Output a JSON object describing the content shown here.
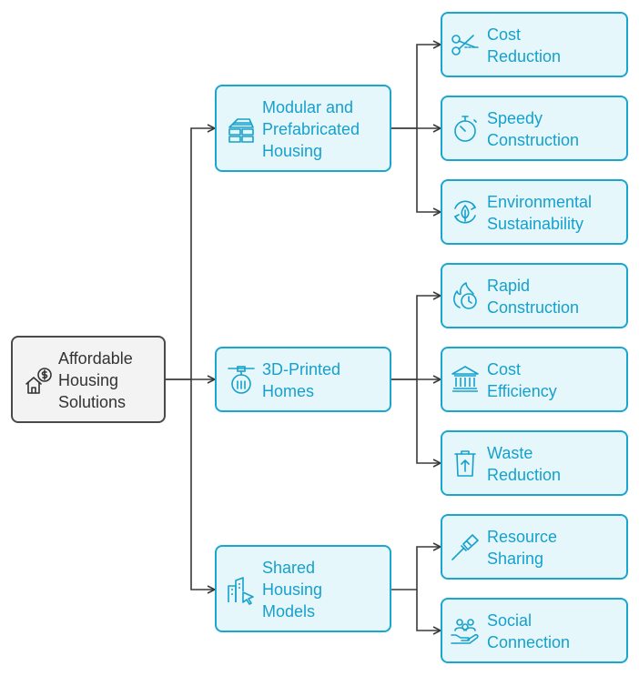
{
  "root": {
    "label": "Affordable\nHousing\nSolutions",
    "icon": "house-dollar-icon"
  },
  "categories": [
    {
      "label": "Modular and\nPrefabricated\nHousing",
      "icon": "modular-blocks-icon",
      "children": [
        {
          "label": "Cost\nReduction",
          "icon": "scissors-icon"
        },
        {
          "label": "Speedy\nConstruction",
          "icon": "stopwatch-icon"
        },
        {
          "label": "Environmental\nSustainability",
          "icon": "eco-cycle-icon"
        }
      ]
    },
    {
      "label": "3D-Printed\nHomes",
      "icon": "3d-printer-icon",
      "children": [
        {
          "label": "Rapid\nConstruction",
          "icon": "fire-clock-icon"
        },
        {
          "label": "Cost\nEfficiency",
          "icon": "bank-icon"
        },
        {
          "label": "Waste\nReduction",
          "icon": "recycle-bin-icon"
        }
      ]
    },
    {
      "label": "Shared\nHousing\nModels",
      "icon": "buildings-cursor-icon",
      "children": [
        {
          "label": "Resource\nSharing",
          "icon": "broom-icon"
        },
        {
          "label": "Social\nConnection",
          "icon": "people-hand-icon"
        }
      ]
    }
  ],
  "colors": {
    "accent": "#1aa6cf",
    "fill": "#e6f7fc",
    "root_border": "#4a4a4a",
    "root_fill": "#f3f3f3",
    "connector": "#3a3a3a"
  }
}
